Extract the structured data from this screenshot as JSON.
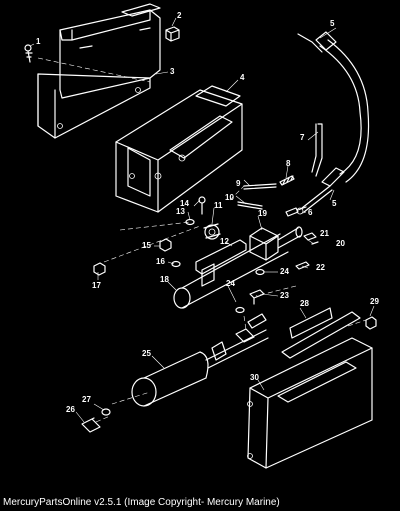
{
  "footer": {
    "caption": "MercuryPartsOnline v2.5.1 (Image Copyright- Mercury Marine)"
  },
  "callouts": [
    {
      "id": "c1",
      "label": "1"
    },
    {
      "id": "c2",
      "label": "2"
    },
    {
      "id": "c3",
      "label": "3"
    },
    {
      "id": "c4",
      "label": "4"
    },
    {
      "id": "c5a",
      "label": "5"
    },
    {
      "id": "c5b",
      "label": "5"
    },
    {
      "id": "c6",
      "label": "6"
    },
    {
      "id": "c7",
      "label": "7"
    },
    {
      "id": "c8",
      "label": "8"
    },
    {
      "id": "c9",
      "label": "9"
    },
    {
      "id": "c10",
      "label": "10"
    },
    {
      "id": "c11",
      "label": "11"
    },
    {
      "id": "c12",
      "label": "12"
    },
    {
      "id": "c13",
      "label": "13"
    },
    {
      "id": "c14",
      "label": "14"
    },
    {
      "id": "c15",
      "label": "15"
    },
    {
      "id": "c16",
      "label": "16"
    },
    {
      "id": "c17",
      "label": "17"
    },
    {
      "id": "c18",
      "label": "18"
    },
    {
      "id": "c19",
      "label": "19"
    },
    {
      "id": "c20",
      "label": "20"
    },
    {
      "id": "c21",
      "label": "21"
    },
    {
      "id": "c22",
      "label": "22"
    },
    {
      "id": "c23",
      "label": "23"
    },
    {
      "id": "c24a",
      "label": "24"
    },
    {
      "id": "c24b",
      "label": "24"
    },
    {
      "id": "c25",
      "label": "25"
    },
    {
      "id": "c26",
      "label": "26"
    },
    {
      "id": "c27",
      "label": "27"
    },
    {
      "id": "c28",
      "label": "28"
    },
    {
      "id": "c29",
      "label": "29"
    },
    {
      "id": "c30",
      "label": "30"
    }
  ]
}
